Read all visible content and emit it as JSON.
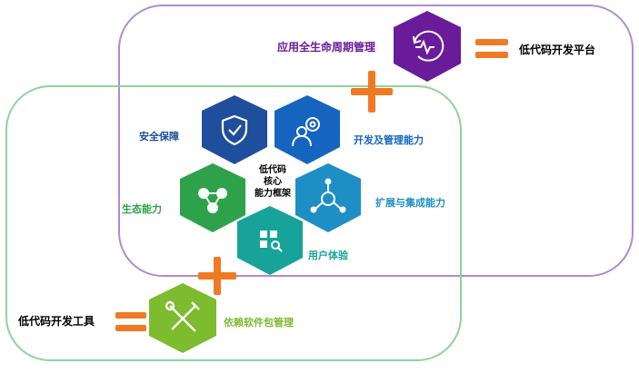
{
  "labels": {
    "app_lifecycle": "应用全生命周期管理",
    "lowcode_platform": "低代码开发平台",
    "security": "安全保障",
    "dev_mgmt": "开发及管理能力",
    "ecosystem": "生态能力",
    "core_line1": "低代码",
    "core_line2": "核心",
    "core_line3": "能力框架",
    "extend": "扩展与集成能力",
    "ux": "用户体验",
    "lowcode_tools": "低代码开发工具",
    "dependency": "依赖软件包管理"
  },
  "colors": {
    "purple": "#6a1b9a",
    "purple_outline": "#b08ccb",
    "green_outline": "#8fd39a",
    "navy": "#1f4e9c",
    "blue": "#1565c0",
    "teal_blue": "#1e8fc5",
    "green": "#2ea24a",
    "teal": "#18a39a",
    "lime": "#7dbb2f",
    "orange": "#f07a24"
  },
  "icons": [
    "shield-check-icon",
    "gear-person-icon",
    "network-icon",
    "hub-icon",
    "grid-search-icon",
    "wrench-screwdriver-icon",
    "lifecycle-icon"
  ]
}
